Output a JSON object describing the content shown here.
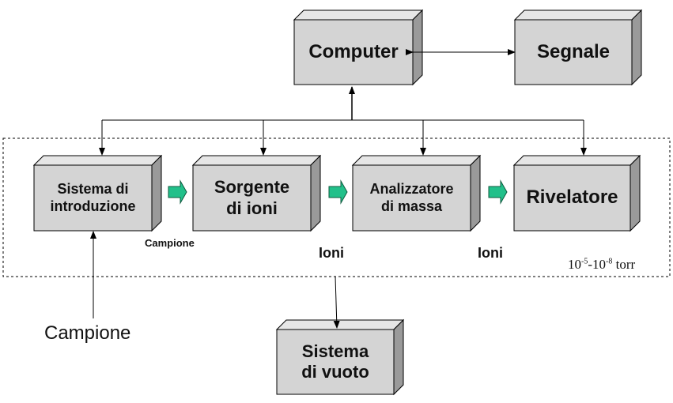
{
  "boxes": {
    "computer": "Computer",
    "segnale": "Segnale",
    "sistema_introduzione": "Sistema di\nintroduzione",
    "sorgente": "Sorgente\ndi ioni",
    "analizzatore": "Analizzatore\ndi massa",
    "rivelatore": "Rivelatore",
    "sistema_vuoto": "Sistema\ndi vuoto"
  },
  "labels": {
    "campione_small": "Campione",
    "ioni_1": "Ioni",
    "ioni_2": "Ioni",
    "campione_input": "Campione",
    "pressure_base1": "10",
    "pressure_exp1": "-5",
    "pressure_mid": "-10",
    "pressure_exp2": "-8",
    "pressure_unit": " torr"
  },
  "colors": {
    "box_front": "#d4d4d4",
    "box_top": "#e6e6e6",
    "box_side": "#9a9a9a",
    "arrow_fill": "#22c08a",
    "arrow_stroke": "#0d5a3e"
  }
}
